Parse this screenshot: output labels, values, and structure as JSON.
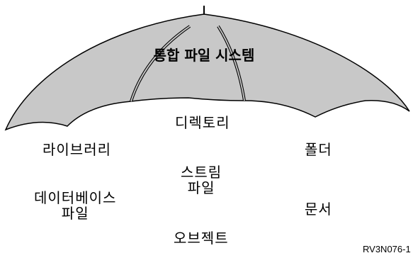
{
  "umbrella": {
    "title": "통합 파일 시스템",
    "fill_color": "#c8c8c8",
    "stroke_color": "#000000"
  },
  "file_systems": {
    "directory": "디렉토리",
    "library": "라이브러리",
    "folder": "폴더",
    "stream_file": [
      "스트림",
      "파일"
    ],
    "database_file": [
      "데이터베이스",
      "파일"
    ],
    "document": "문서",
    "object": "오브젝트"
  },
  "figure_id": "RV3N076-1"
}
